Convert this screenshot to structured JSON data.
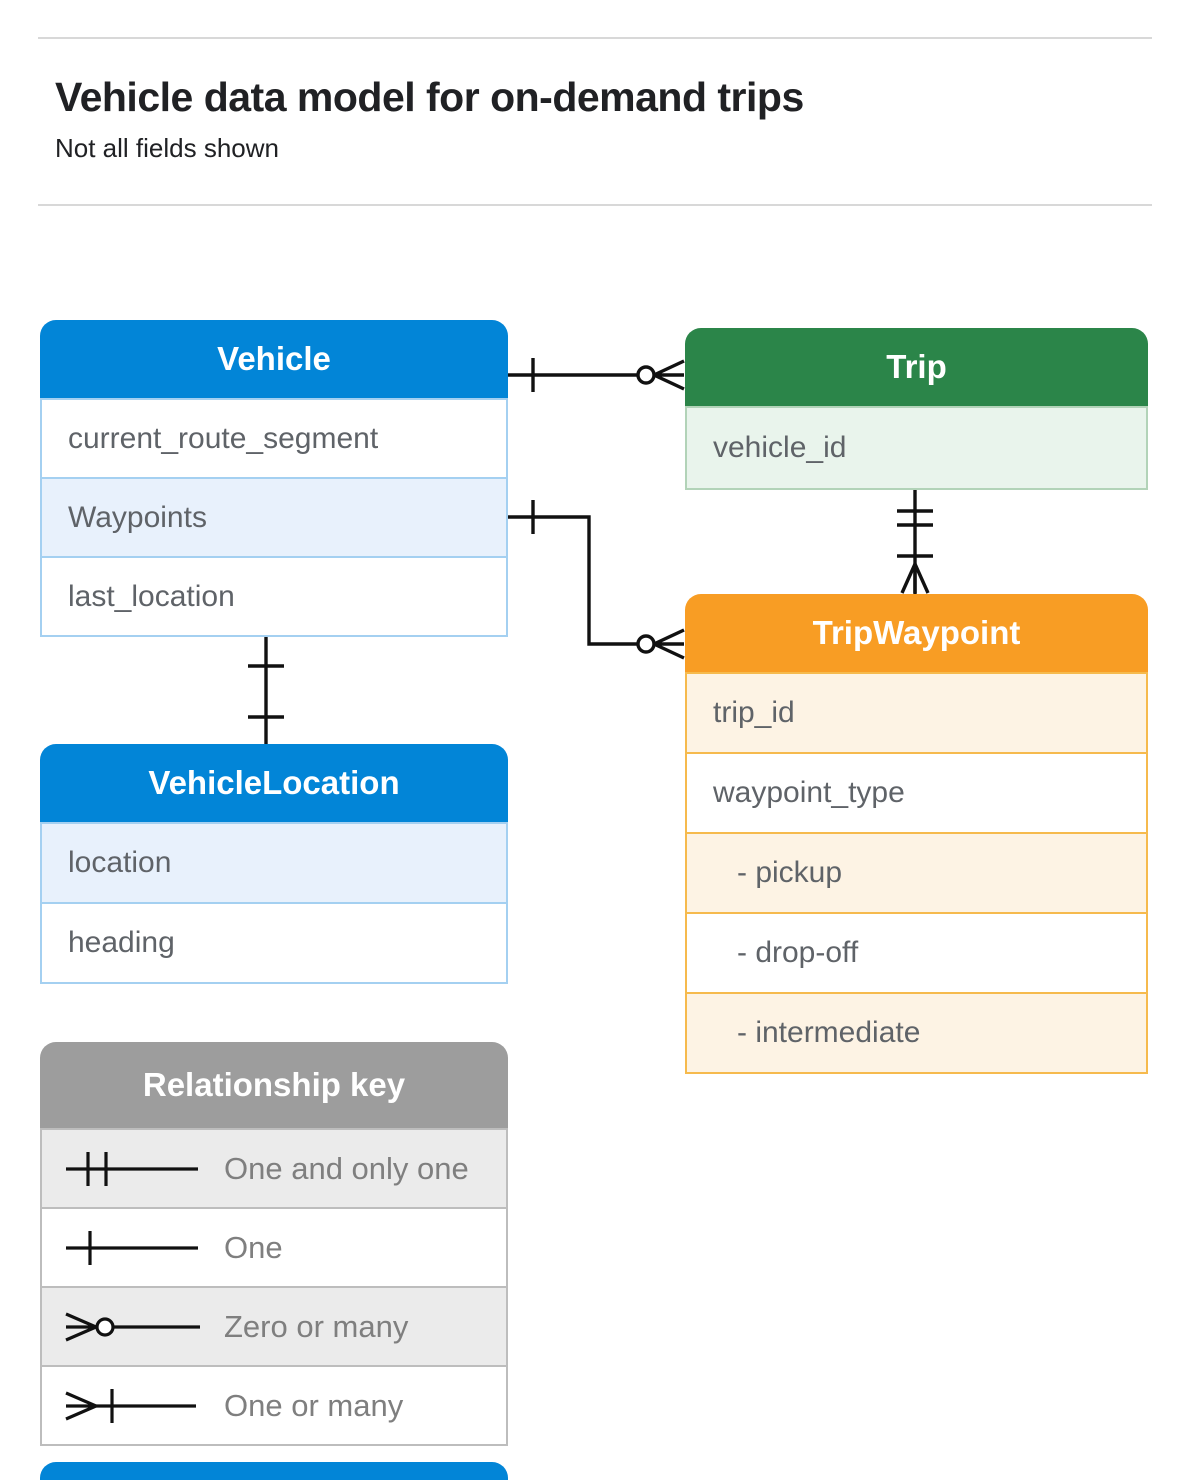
{
  "header": {
    "title": "Vehicle data model for on-demand trips",
    "subtitle": "Not all fields shown"
  },
  "tables": {
    "vehicle": {
      "title": "Vehicle",
      "fields": [
        "current_route_segment",
        "Waypoints",
        "last_location"
      ]
    },
    "trip": {
      "title": "Trip",
      "fields": [
        "vehicle_id"
      ]
    },
    "tripWaypoint": {
      "title": "TripWaypoint",
      "fields": [
        "trip_id",
        "waypoint_type",
        "- pickup",
        "- drop-off",
        "- intermediate"
      ]
    },
    "vehicleLocation": {
      "title": "VehicleLocation",
      "fields": [
        "location",
        "heading"
      ]
    }
  },
  "legend": {
    "title": "Relationship key",
    "items": [
      {
        "symbol": "one-and-only-one",
        "label": "One and only one"
      },
      {
        "symbol": "one",
        "label": "One"
      },
      {
        "symbol": "zero-or-many",
        "label": "Zero or many"
      },
      {
        "symbol": "one-or-many",
        "label": "One or many"
      }
    ]
  },
  "relationships": [
    {
      "from": "Vehicle",
      "to": "Trip",
      "from_cardinality": "one",
      "to_cardinality": "zero-or-many"
    },
    {
      "from": "Vehicle.Waypoints",
      "to": "TripWaypoint",
      "from_cardinality": "one",
      "to_cardinality": "zero-or-many"
    },
    {
      "from": "Trip",
      "to": "TripWaypoint",
      "from_cardinality": "one-and-only-one",
      "to_cardinality": "one-or-many"
    },
    {
      "from": "Vehicle",
      "to": "VehicleLocation",
      "from_cardinality": "one",
      "to_cardinality": "one"
    }
  ],
  "colors": {
    "blue": "#0285d7",
    "blue-light": "#e8f1fc",
    "blue-border": "#a4d0f1",
    "green": "#2b8549",
    "green-light": "#e9f4ec",
    "green-border": "#b2d3b8",
    "orange": "#f89d24",
    "orange-light": "#fdf3e4",
    "orange-border": "#f6ba4d",
    "gray": "#9d9d9d",
    "gray-light": "#ebebeb",
    "gray-border": "#bdbdbd",
    "field-text": "#5f6368",
    "legend-text": "#7f7f7f",
    "title-text": "#202124",
    "rule": "#d8d8d8",
    "line": "#111111"
  }
}
